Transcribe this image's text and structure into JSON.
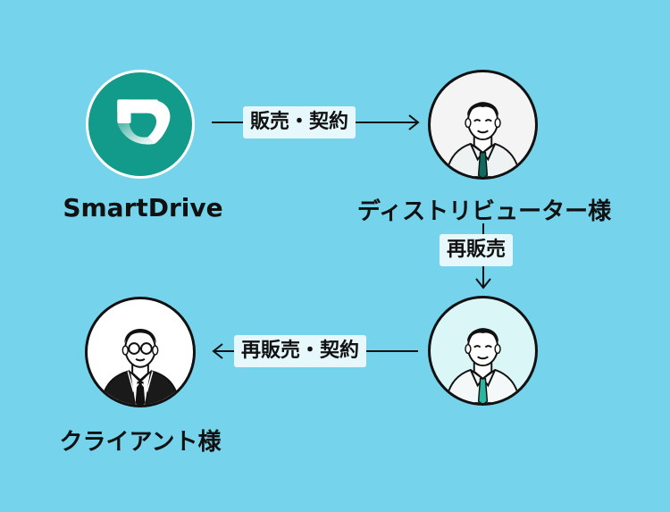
{
  "nodes": {
    "smartdrive": {
      "label": "SmartDrive",
      "color": "#129a8a"
    },
    "distributor_top": {
      "label": "ディストリビューター様"
    },
    "distributor_bottom": {
      "label": ""
    },
    "client": {
      "label": "クライアント様"
    }
  },
  "edges": {
    "sales_contract": "販売・契約",
    "resale": "再販売",
    "resale_contract": "再販売・契約"
  },
  "colors": {
    "background": "#76d3ec",
    "label_bg": "#e6f8fc",
    "line": "#111111",
    "brand": "#129a8a"
  }
}
